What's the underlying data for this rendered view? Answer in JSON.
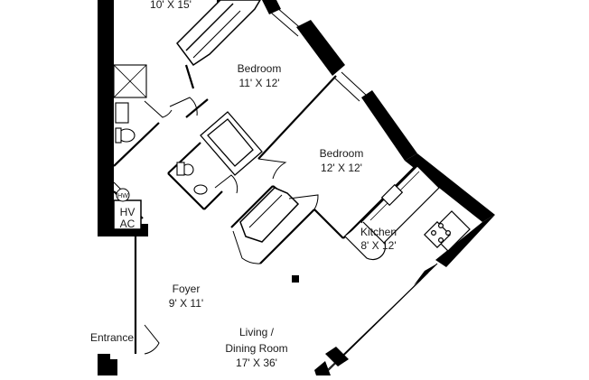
{
  "rooms": {
    "top_room": {
      "dims": "10' X 15'"
    },
    "bedroom1": {
      "name": "Bedroom",
      "dims": "11' X 12'"
    },
    "bedroom2": {
      "name": "Bedroom",
      "dims": "12' X 12'"
    },
    "kitchen": {
      "name": "Kitchen",
      "dims": "8' X 12'"
    },
    "foyer": {
      "name": "Foyer",
      "dims": "9' X 11'"
    },
    "living": {
      "name_line1": "Living /",
      "name_line2": "Dining Room",
      "dims": "17' X 36'"
    }
  },
  "labels": {
    "entrance": "Entrance",
    "hvac_line1": "HV",
    "hvac_line2": "AC",
    "water_heater": "HW"
  },
  "colors": {
    "wall": "#000000",
    "line": "#000000",
    "background": "#ffffff"
  }
}
